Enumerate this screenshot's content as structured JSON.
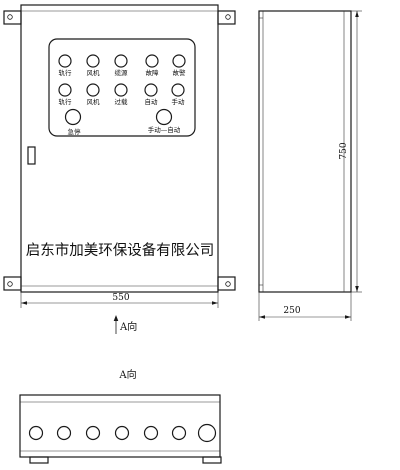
{
  "front_view": {
    "panel_labels": [
      "轨行",
      "风机",
      "缆源",
      "故障",
      "故警",
      "轨行",
      "风机",
      "过载",
      "自动",
      "手动"
    ],
    "estop_label": "急停",
    "mode_label": "手动—自动",
    "company_name": "启东市加美环保设备有限公司",
    "width_dim": "550"
  },
  "side_view": {
    "height_dim": "750",
    "depth_dim": "250"
  },
  "direction_arrow_label": "A向",
  "bottom_view": {
    "title": "A向",
    "gland_hole_count": 7
  }
}
